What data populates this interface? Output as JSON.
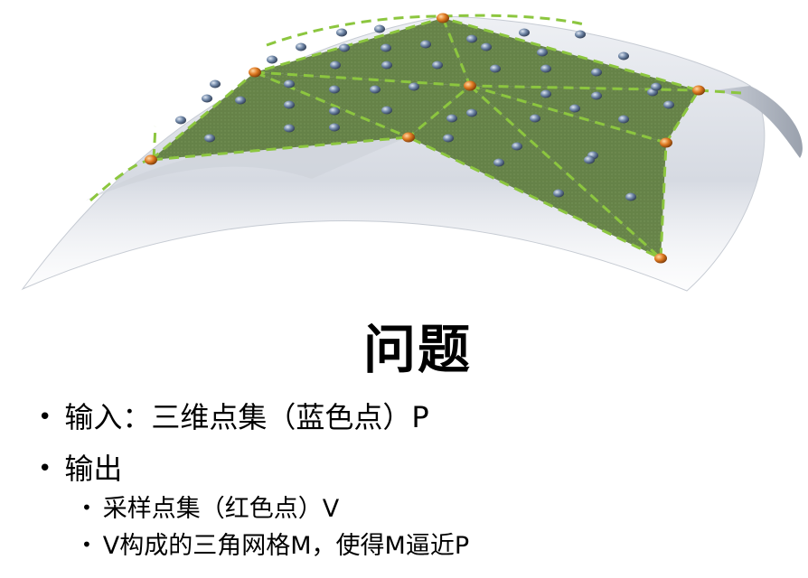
{
  "title": "问题",
  "bullets": {
    "input": "输入：三维点集（蓝色点）P",
    "output": "输出",
    "output_sub1": "采样点集（红色点）V",
    "output_sub2": "V构成的三角网格M，使得M逼近P"
  },
  "colors": {
    "blue_points": "#6f86a6",
    "red_points": "#e07a22",
    "triangle_fill": "#5b7a3a",
    "edge_dash": "#8cc63f",
    "surface": "#d9dde4"
  }
}
